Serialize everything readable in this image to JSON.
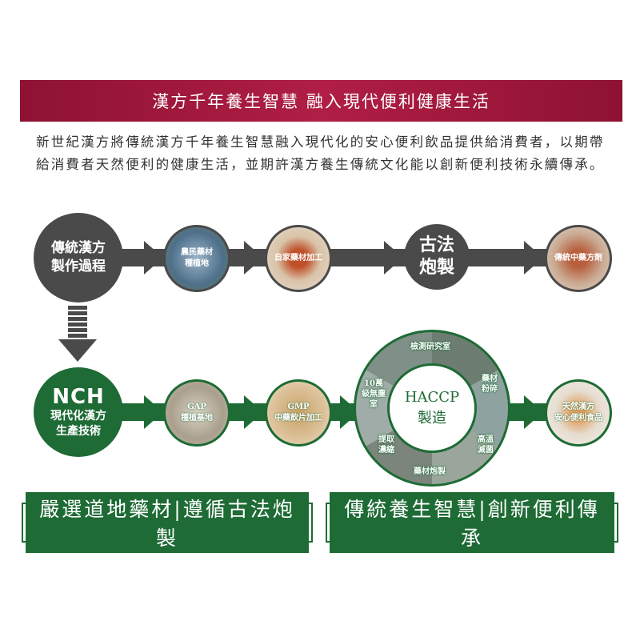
{
  "banner": {
    "title": "漢方千年養生智慧 融入現代便利健康生活"
  },
  "intro": {
    "text": "新世紀漢方將傳統漢方千年養生智慧融入現代化的安心便利飲品提供給消費者，以期帶給消費者天然便利的健康生活，並期許漢方養生傳統文化能以創新便利技術永續傳承。"
  },
  "traditional": {
    "title_line1": "傳統漢方",
    "title_line2": "製作過程",
    "step1": "農民藥材種植地",
    "step2": "自家藥材加工",
    "step3_line1": "古法",
    "step3_line2": "炮製",
    "step4": "傳統中藥方劑"
  },
  "modern": {
    "logo": "NCH",
    "title_line1": "現代化漢方",
    "title_line2": "生產技術",
    "step1_line1": "GAP",
    "step1_line2": "種植基地",
    "step2_line1": "GMP",
    "step2_line2": "中藥飲片加工",
    "haccp_line1": "HACCP",
    "haccp_line2": "製造",
    "ring": [
      "檢測研究室",
      "藥材粉碎",
      "高溫滅菌",
      "藥材炮製",
      "提取濃縮",
      "10萬級無塵室"
    ],
    "step4_line1": "天然漢方",
    "step4_line2": "安心便利食品"
  },
  "slogans": [
    "嚴選道地藥材|遵循古法炮製",
    "傳統養生智慧|創新便利傳承"
  ],
  "colors": {
    "crimson": "#a3163a",
    "gray": "#4a4a4a",
    "green": "#1e6b35"
  }
}
